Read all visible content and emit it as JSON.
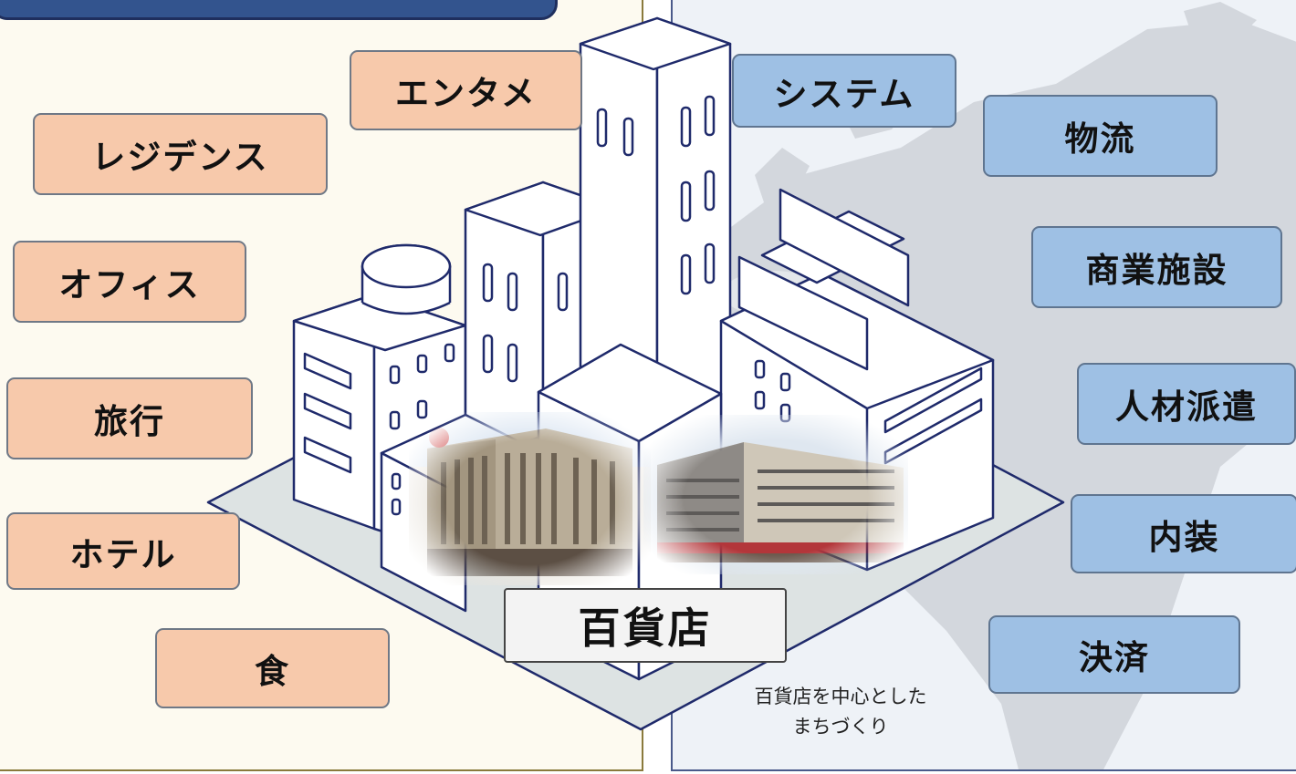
{
  "left_services": [
    "エンタメ",
    "レジデンス",
    "オフィス",
    "旅行",
    "ホテル",
    "食"
  ],
  "right_services": [
    "システム",
    "物流",
    "商業施設",
    "人材派遣",
    "内装",
    "決済"
  ],
  "center": {
    "label": "百貨店",
    "caption_line1": "百貨店を中心とした",
    "caption_line2": "まちづくり"
  },
  "colors": {
    "left_tag": "#f7c9ab",
    "right_tag": "#9ec0e4",
    "outline": "#1f2a6b",
    "header_tab": "#33548e"
  },
  "icons": [
    "world-map-icon",
    "city-buildings-icon",
    "department-store-photo-icon"
  ]
}
